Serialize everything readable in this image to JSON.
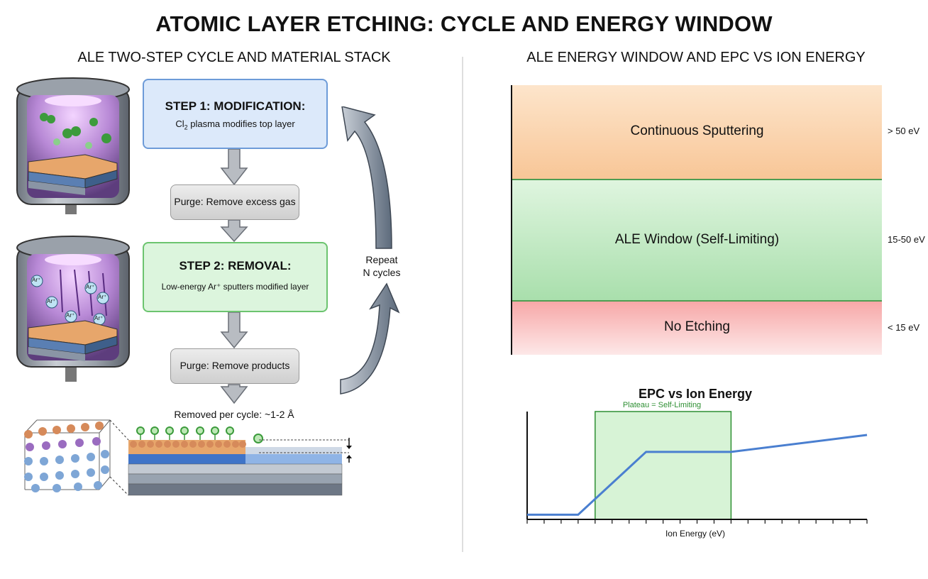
{
  "title": "ATOMIC LAYER ETCHING: CYCLE AND ENERGY WINDOW",
  "left_section": {
    "title": "ALE TWO-STEP CYCLE AND MATERIAL STACK",
    "step1": {
      "heading": "STEP 1: MODIFICATION:",
      "desc_pre": "Cl",
      "desc_sub": "2",
      "desc_post": " plasma modifies top layer"
    },
    "purge1": "Purge: Remove excess gas",
    "step2": {
      "heading": "STEP 2: REMOVAL:",
      "desc": "Low-energy Ar⁺ sputters modified layer"
    },
    "purge2": "Purge: Remove products",
    "repeat": [
      "Repeat",
      "N cycles"
    ],
    "removed_per_cycle": "Removed per cycle: ~1-2 Å",
    "ion_labels": [
      "Ar⁺",
      "Ar⁺",
      "Ar⁺",
      "Ar⁺",
      "Ar⁺",
      "Ar⁺"
    ]
  },
  "right_section": {
    "title": "ALE ENERGY WINDOW AND EPC VS ION ENERGY",
    "bands": [
      {
        "label": "Continuous Sputtering",
        "range": "> 50 eV",
        "color": "#f8c697"
      },
      {
        "label": "ALE Window (Self-Limiting)",
        "range": "15-50 eV",
        "color": "#a9dfac"
      },
      {
        "label": "No Etching",
        "range": "< 15 eV",
        "color": "#f7a8a8"
      }
    ]
  },
  "colors": {
    "blue_line": "#4a7fd0",
    "plateau_green": "#2e8f33",
    "arrow_gray": "#6b7888"
  },
  "chart_data": {
    "type": "line",
    "title": "EPC vs Ion Energy",
    "xlabel": "Ion Energy (eV)",
    "ylabel": "",
    "annotation": "Plateau = Self-Limiting",
    "x_ticks": 20,
    "plateau_region": {
      "x_start": 4,
      "x_end": 12
    },
    "series": [
      {
        "points": [
          [
            0,
            0
          ],
          [
            3,
            0
          ],
          [
            7,
            0.67
          ],
          [
            12,
            0.67
          ],
          [
            20,
            0.85
          ]
        ]
      }
    ],
    "xlim": [
      0,
      20
    ],
    "ylim": [
      -0.05,
      1.1
    ]
  }
}
